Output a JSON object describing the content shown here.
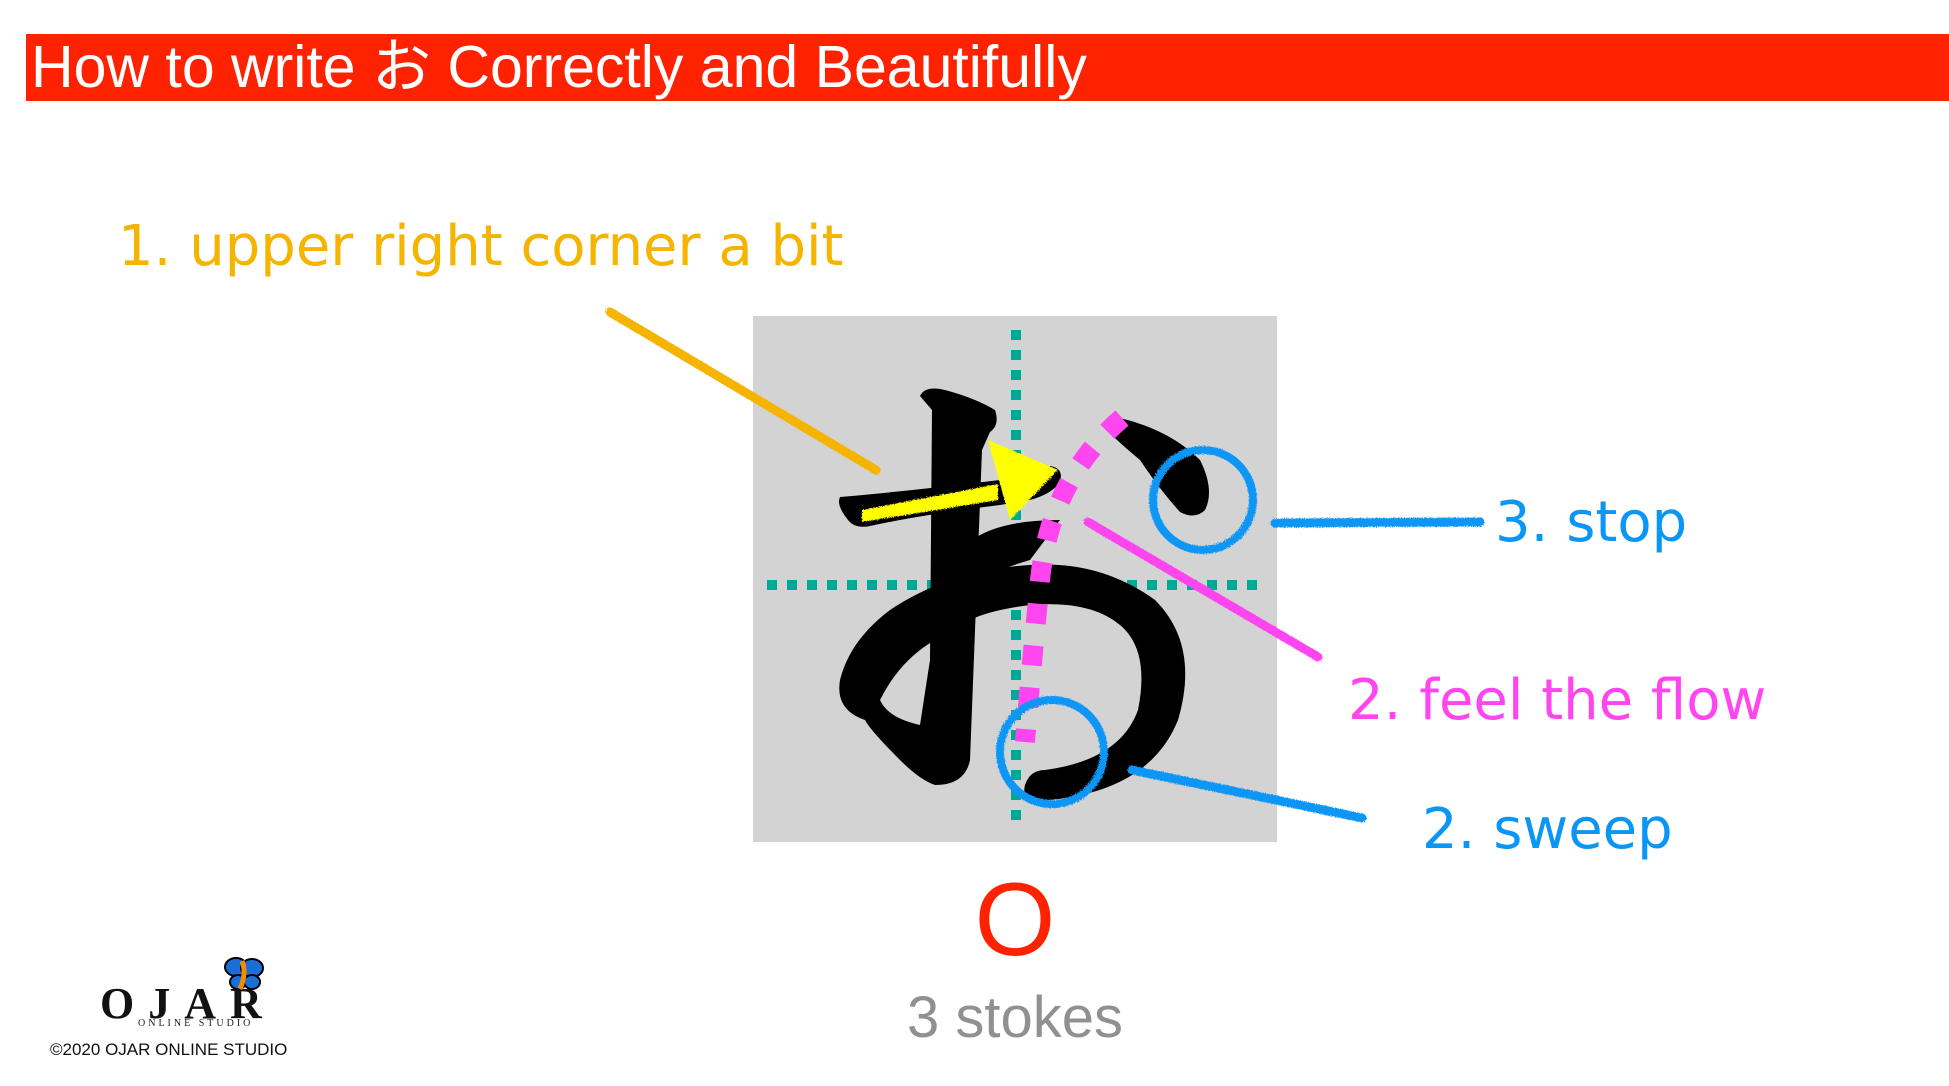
{
  "header": {
    "title": "How to write お Correctly and Beautifully",
    "bar_color": "#FF2200"
  },
  "character": {
    "kana": "お",
    "romaji": "O",
    "stroke_count_label": "3 stokes"
  },
  "annotations": [
    {
      "id": "label-1",
      "text": "1. upper right corner a bit",
      "color": "#F5B400"
    },
    {
      "id": "label-stop",
      "text": "3. stop",
      "color": "#0A96F5"
    },
    {
      "id": "label-flow",
      "text": "2. feel the flow",
      "color": "#FF45F0"
    },
    {
      "id": "label-sweep",
      "text": "2. sweep",
      "color": "#0A96F5"
    }
  ],
  "guides": {
    "box_color": "#D3D3D3",
    "grid_color": "#00A896",
    "flow_color": "#FF45F0",
    "arrow_color": "#FFFF00"
  },
  "logo": {
    "name": "OJAR",
    "subtitle": "ONLINE STUDIO",
    "copyright": "©2020 OJAR ONLINE STUDIO",
    "icon": "butterfly-icon"
  }
}
